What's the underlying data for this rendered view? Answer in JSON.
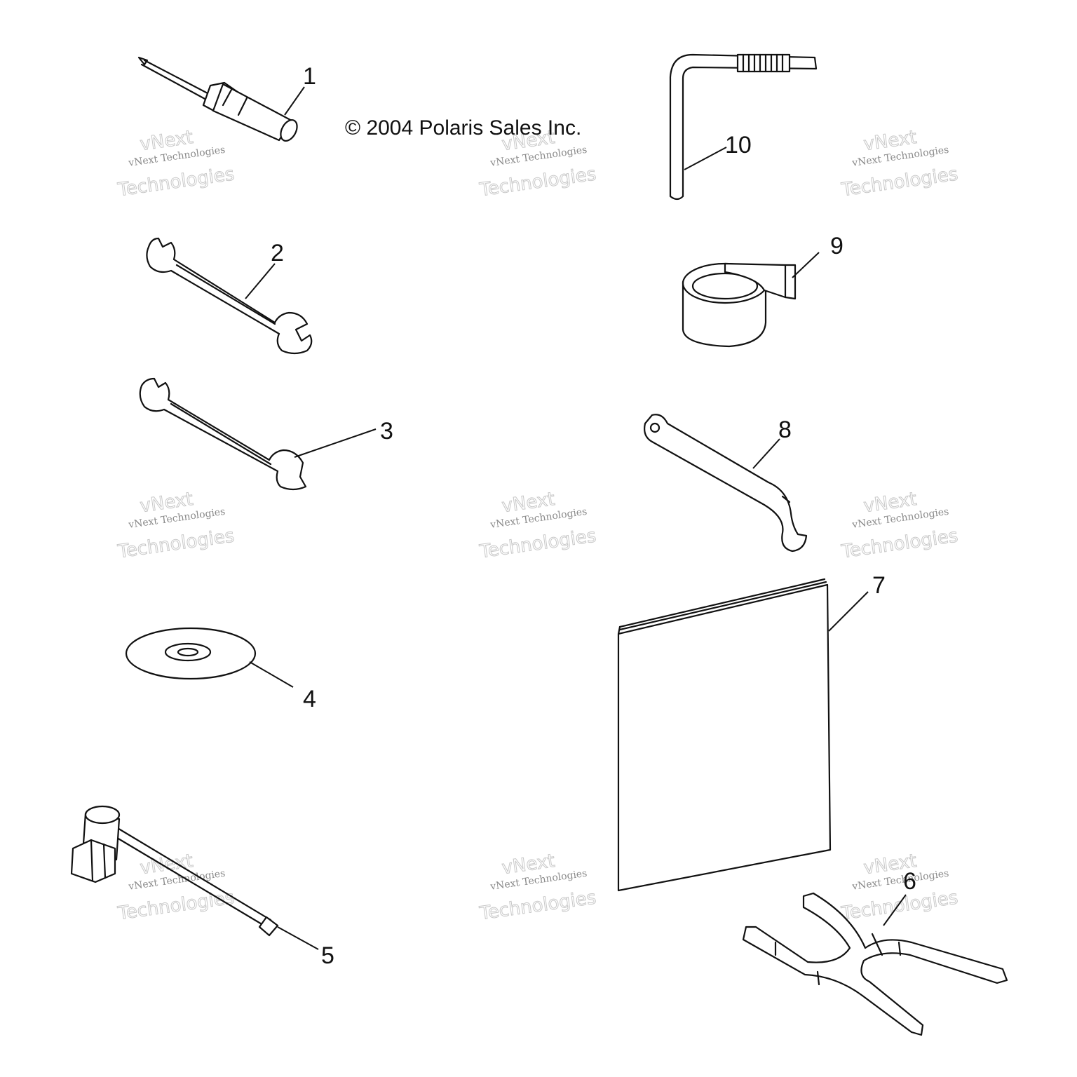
{
  "copyright": "© 2004 Polaris Sales Inc.",
  "callouts": [
    "1",
    "2",
    "3",
    "4",
    "5",
    "6",
    "7",
    "8",
    "9",
    "10"
  ],
  "watermark": {
    "line1": "vNext",
    "line2": "vNext Technologies",
    "line3": "Technologies"
  },
  "parts": [
    {
      "id": "1",
      "icon": "screwdriver-icon"
    },
    {
      "id": "2",
      "icon": "open-end-wrench-icon"
    },
    {
      "id": "3",
      "icon": "open-end-wrench-icon"
    },
    {
      "id": "4",
      "icon": "disc-icon"
    },
    {
      "id": "5",
      "icon": "spark-plug-wrench-icon"
    },
    {
      "id": "6",
      "icon": "clutch-holder-tool-icon"
    },
    {
      "id": "7",
      "icon": "manual-booklet-icon"
    },
    {
      "id": "8",
      "icon": "spanner-wrench-icon"
    },
    {
      "id": "9",
      "icon": "strap-roll-icon"
    },
    {
      "id": "10",
      "icon": "l-hex-key-icon"
    }
  ]
}
